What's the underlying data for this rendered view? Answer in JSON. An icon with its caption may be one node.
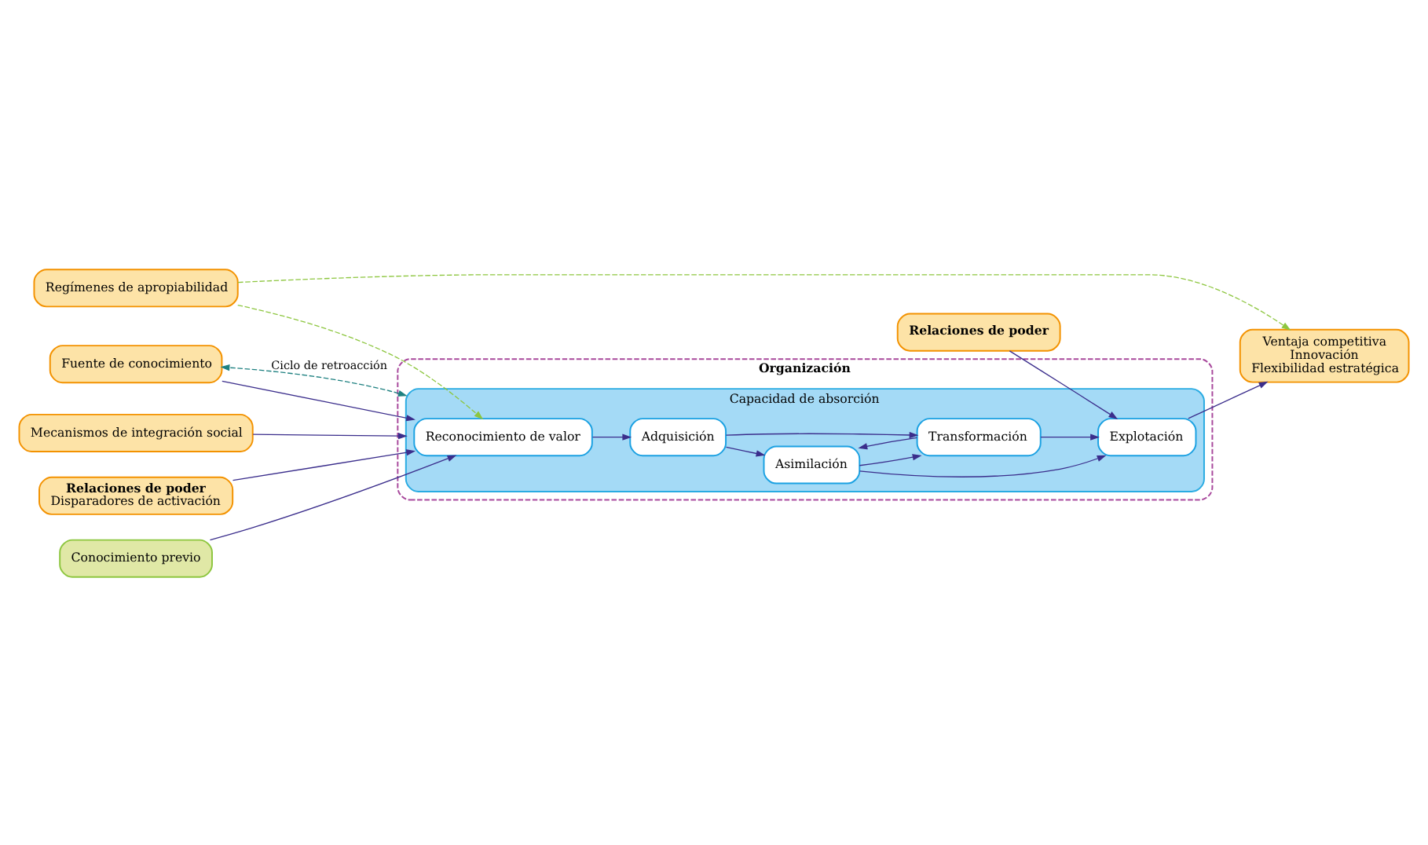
{
  "diagram": {
    "nodes": [
      {
        "text": [
          "Fuente de conocimiento"
        ]
      },
      {
        "text": [
          "Regímenes de apropiabilidad"
        ]
      },
      {
        "text": [
          "Organización"
        ]
      },
      {
        "text": [
          "Capacidad de absorción"
        ],
        "in": 2
      },
      {
        "text": [
          "Reconocimiento de valor"
        ],
        "in": 3
      },
      {
        "text": [
          "Adquisición"
        ],
        "in": 3
      },
      {
        "text": [
          "Asimilación"
        ],
        "in": 3
      },
      {
        "text": [
          "Transformación"
        ],
        "in": 3
      },
      {
        "text": [
          "Explotación"
        ],
        "in": 3
      },
      {
        "text": [
          "Ventaja competitiva",
          "Innovación",
          "Flexibilidad estratégica"
        ]
      },
      {
        "text": [
          "Relaciones de poder",
          "Disparadores de activación"
        ]
      },
      {
        "text": [
          "Conocimiento previo"
        ]
      },
      {
        "text": [
          "Mecanismos de integración social"
        ]
      },
      {
        "text": [
          "Relaciones de poder"
        ]
      }
    ],
    "edges": [
      {
        "from": 0,
        "to": 4,
        "arrow": "to"
      },
      {
        "from": 10,
        "to": 4,
        "arrow": "to"
      },
      {
        "from": 1,
        "to": 4,
        "arrow": "to",
        "style": "dashed",
        "color": "#8dc63f"
      },
      {
        "from": 1,
        "to": 9,
        "arrow": "to",
        "style": "dashed",
        "color": "#8dc63f"
      },
      {
        "from": 4,
        "to": 5,
        "arrow": "to"
      },
      {
        "from": 5,
        "to": 6,
        "arrow": "to"
      },
      {
        "from": 5,
        "to": 7,
        "arrow": "to"
      },
      {
        "from": 6,
        "to": 7,
        "arrow": "to"
      },
      {
        "from": 7,
        "to": 6,
        "arrow": "to"
      },
      {
        "from": 6,
        "to": 8,
        "arrow": "to"
      },
      {
        "from": 7,
        "to": 8,
        "arrow": "to"
      },
      {
        "from": 8,
        "to": 9,
        "arrow": "to"
      },
      {
        "from": 11,
        "to": 4,
        "arrow": "to"
      },
      {
        "from": 12,
        "to": 3,
        "arrow": "to"
      },
      {
        "from": 13,
        "to": 8,
        "arrow": "to"
      },
      {
        "from": 3,
        "to": 0,
        "arrow": "both",
        "label": "Ciclo de retroacción",
        "style": "dashed",
        "color": "#1e8080"
      }
    ]
  }
}
